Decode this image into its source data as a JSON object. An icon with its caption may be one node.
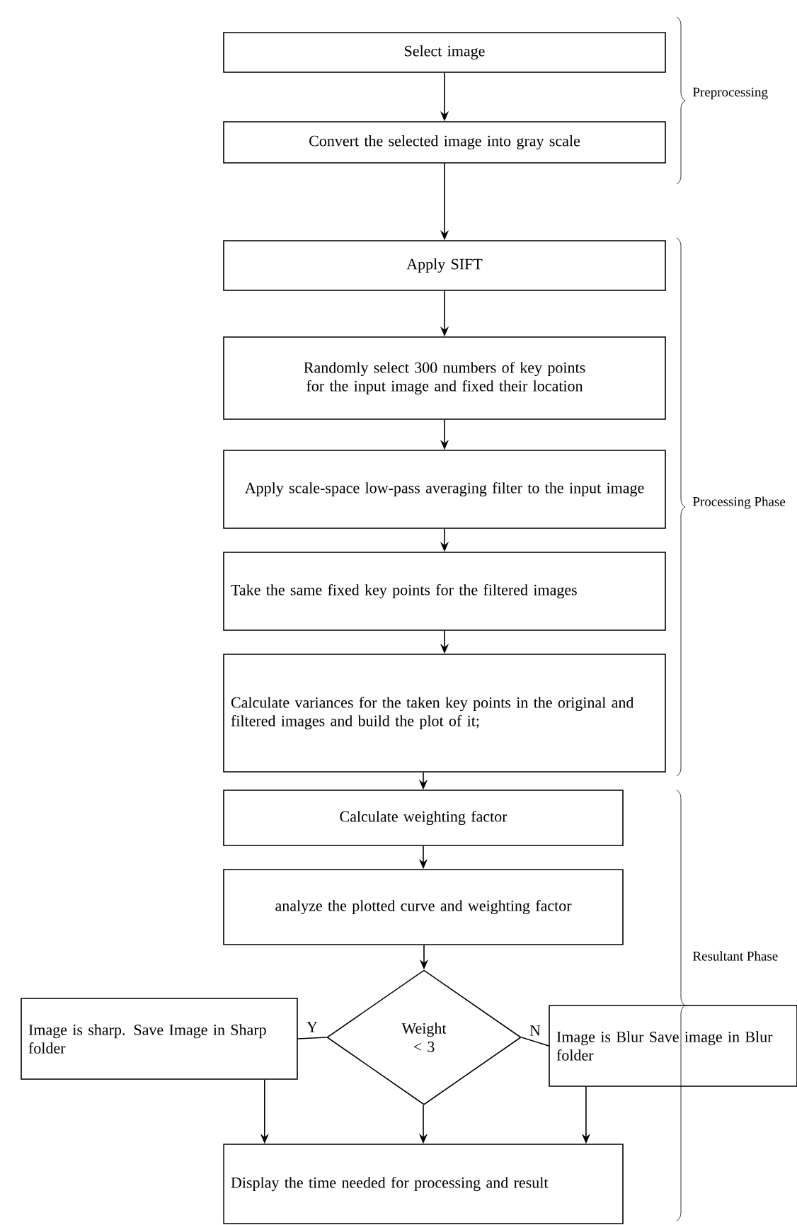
{
  "diagram": {
    "nodes": [
      {
        "text": [
          "Select image"
        ]
      },
      {
        "text": [
          "Convert the selected image into gray scale"
        ]
      },
      {
        "text": [
          "Apply SIFT"
        ]
      },
      {
        "text": [
          "Randomly select 300 numbers of key points for the input image and fixed their location"
        ]
      },
      {
        "text": [
          "Apply scale-space low-pass averaging filter to the input image"
        ]
      },
      {
        "text": [
          "Take the same fixed key points for the filtered images"
        ]
      },
      {
        "text": [
          "Calculate variances for the taken key points in the original and filtered images and build the plot of it;"
        ]
      },
      {
        "text": [
          "Calculate weighting factor"
        ]
      },
      {
        "text": [
          "analyze the plotted curve and weighting factor"
        ]
      },
      {
        "text": [
          "Weight < 3"
        ]
      },
      {
        "text": [
          "Image is sharp. Save Image in Sharp folder"
        ]
      },
      {
        "text": [
          "Image is Blur Save image in Blur folder"
        ]
      },
      {
        "text": [
          "Display the time needed for processing and result"
        ]
      }
    ],
    "edges": [
      {
        "from": 0,
        "to": 1,
        "arrow": "to"
      },
      {
        "from": 1,
        "to": 2,
        "arrow": "to"
      },
      {
        "from": 2,
        "to": 3,
        "arrow": "to"
      },
      {
        "from": 3,
        "to": 4,
        "arrow": "to"
      },
      {
        "from": 4,
        "to": 5,
        "arrow": "to"
      },
      {
        "from": 5,
        "to": 6,
        "arrow": "to"
      },
      {
        "from": 6,
        "to": 7,
        "arrow": "to"
      },
      {
        "from": 7,
        "to": 8,
        "arrow": "to"
      },
      {
        "from": 8,
        "to": 9,
        "arrow": "to"
      },
      {
        "from": 9,
        "to": 10,
        "arrow": "none",
        "label": "Y"
      },
      {
        "from": 9,
        "to": 11,
        "arrow": "none",
        "label": "N"
      },
      {
        "from": 10,
        "to": 12,
        "arrow": "to"
      },
      {
        "from": 9,
        "to": 12,
        "arrow": "to"
      },
      {
        "from": 11,
        "to": 12,
        "arrow": "to"
      }
    ],
    "labels": [
      "Preprocessing",
      "Processing Phase",
      "Resultant Phase"
    ]
  }
}
